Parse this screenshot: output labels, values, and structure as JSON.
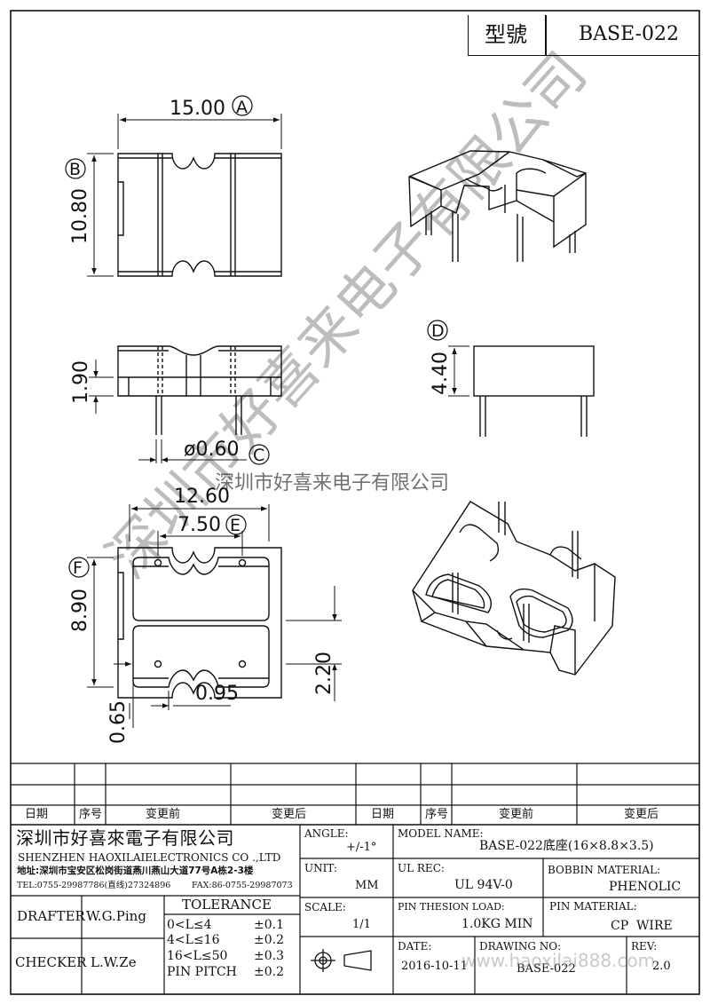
{
  "header": {
    "model_label": "型號",
    "model_value": "BASE-022"
  },
  "drawing": {
    "dims": {
      "top_width": "15.00",
      "top_height": "10.80",
      "side_height": "1.90",
      "pin_dia": "ø0.60",
      "front_height": "4.40",
      "bottom_width": "12.60",
      "pin_span": "7.50",
      "bottom_height": "8.90",
      "pin_offset": "2.20",
      "slot_width": "0.95",
      "edge_offset": "0.65"
    },
    "callouts": [
      "A",
      "B",
      "C",
      "D",
      "E",
      "F"
    ],
    "watermark_diag": "深圳市好喜来电子有限公司",
    "watermark_horiz": "深圳市好喜来电子有限公司"
  },
  "revision": {
    "headers": [
      "日期",
      "序号",
      "变更前",
      "变更后",
      "日期",
      "序号",
      "变更前",
      "变更后"
    ]
  },
  "company": {
    "name_cn": "深圳市好喜來電子有限公司",
    "name_en": "SHENZHEN HAOXILAIELECTRONICS CO .,LTD",
    "address": "地址:深圳市宝安区松岗街道燕川燕山大道77号A栋2-3楼",
    "tel": "TEL:0755-29987786(直线)27324896",
    "fax": "FAX:86-0755-29987073"
  },
  "signoff": {
    "drafter_label": "DRAFTER",
    "drafter_name": "W.G.Ping",
    "checker_label": "CHECKER",
    "checker_name": "L.W.Ze"
  },
  "tolerance": {
    "title": "TOLERANCE",
    "rows": [
      {
        "range": "0<L≤4",
        "value": "±0.1"
      },
      {
        "range": "4<L≤16",
        "value": "±0.2"
      },
      {
        "range": "16<L≤50",
        "value": "±0.3"
      },
      {
        "range": "PIN PITCH",
        "value": "±0.2"
      }
    ]
  },
  "specs": {
    "angle_label": "ANGLE:",
    "angle_value": "+/-1°",
    "unit_label": "UNIT:",
    "unit_value": "MM",
    "scale_label": "SCALE:",
    "scale_value": "1/1",
    "model_name_label": "MODEL NAME:",
    "model_name_value": "BASE-022底座(16×8.8×3.5)",
    "ul_label": "UL REC:",
    "ul_value": "UL 94V-0",
    "bobbin_label": "BOBBIN MATERIAL:",
    "bobbin_value": "PHENOLIC",
    "pin_load_label": "PIN THESION LOAD:",
    "pin_load_value": "1.0KG MIN",
    "pin_mat_label": "PIN MATERIAL:",
    "pin_mat_value": "CP  WIRE",
    "date_label": "DATE:",
    "date_value": "2016-10-11",
    "drawing_no_label": "DRAWING NO:",
    "drawing_no_value": "BASE-022",
    "rev_label": "REV:",
    "rev_value": "2.0",
    "site_watermark": "www.haoxilai888.com"
  }
}
